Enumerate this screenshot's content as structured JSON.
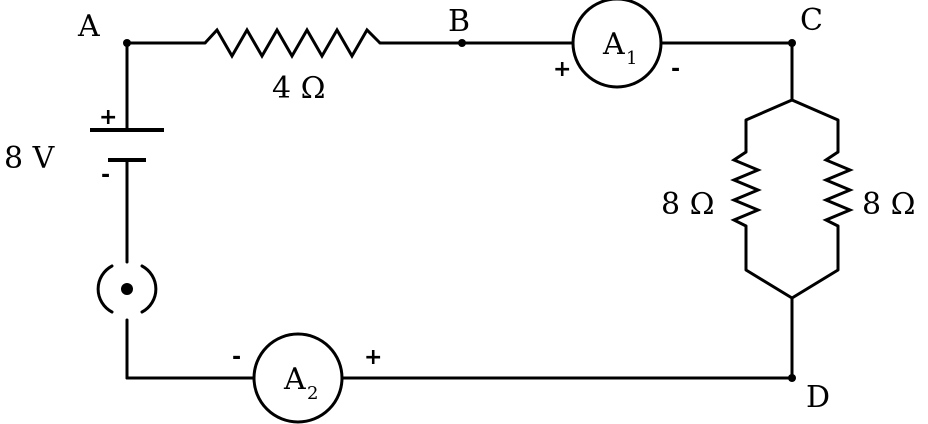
{
  "nodes": {
    "a": "A",
    "b": "B",
    "c": "C",
    "d": "D"
  },
  "battery": {
    "emf": "8 V",
    "plus": "+",
    "minus": "-"
  },
  "resistors": {
    "series": "4 Ω",
    "parallel_left": "8 Ω",
    "parallel_right": "8 Ω"
  },
  "ammeter1": {
    "letter": "A",
    "subscript": "1",
    "plus": "+",
    "minus": "-"
  },
  "ammeter2": {
    "letter": "A",
    "subscript": "2",
    "plus": "+",
    "minus": "-"
  }
}
